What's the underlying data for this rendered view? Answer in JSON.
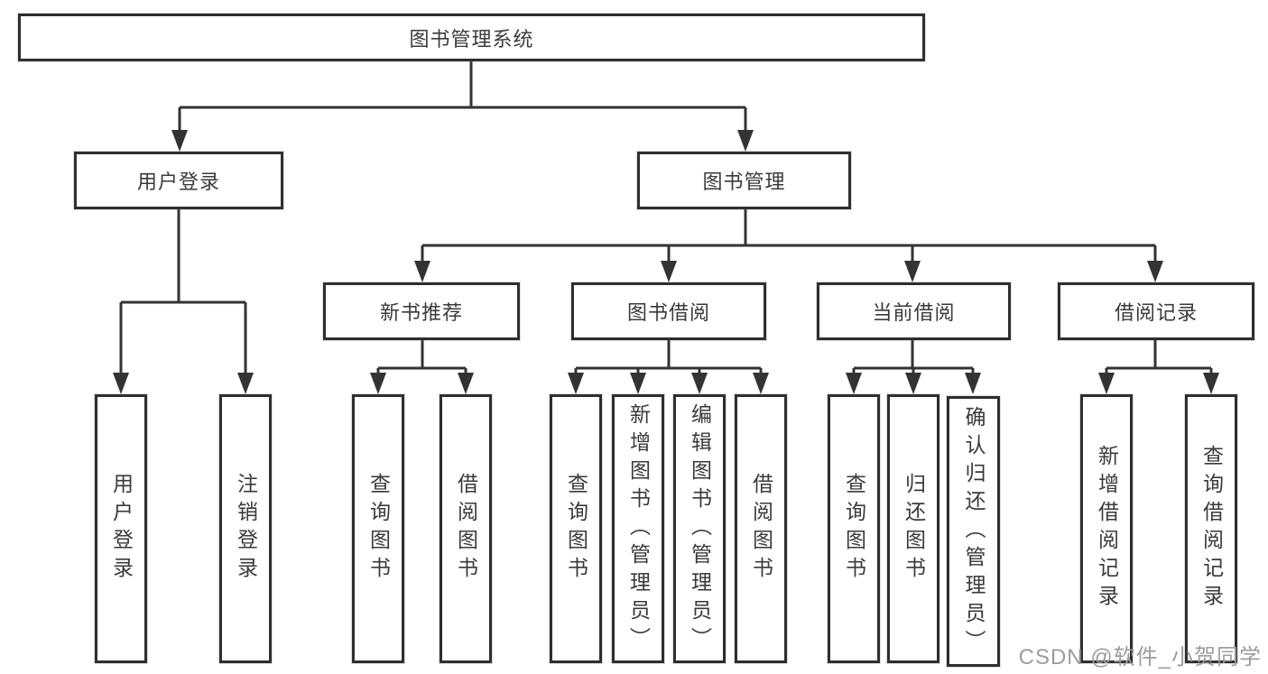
{
  "title_node": "图书管理系统",
  "level2": {
    "user_login": "用户登录",
    "book_management": "图书管理"
  },
  "level3": {
    "new_book_recommend": "新书推荐",
    "book_borrowing": "图书借阅",
    "current_borrowing": "当前借阅",
    "borrowing_records": "借阅记录"
  },
  "leaves": {
    "user_login": [
      "用户登录",
      "注销登录"
    ],
    "new_book_recommend": [
      "查询图书",
      "借阅图书"
    ],
    "book_borrowing": [
      "查询图书",
      "新增图书（管理员）",
      "编辑图书（管理员）",
      "借阅图书"
    ],
    "current_borrowing": [
      "查询图书",
      "归还图书",
      "确认归还（管理员）"
    ],
    "borrowing_records": [
      "新增借阅记录",
      "查询借阅记录"
    ]
  },
  "watermark": "CSDN @软件_小贺同学",
  "colors": {
    "line": "#333333",
    "box_border": "#2f2f2f",
    "text": "#3a3a3a",
    "watermark": "#9c9c9c"
  }
}
